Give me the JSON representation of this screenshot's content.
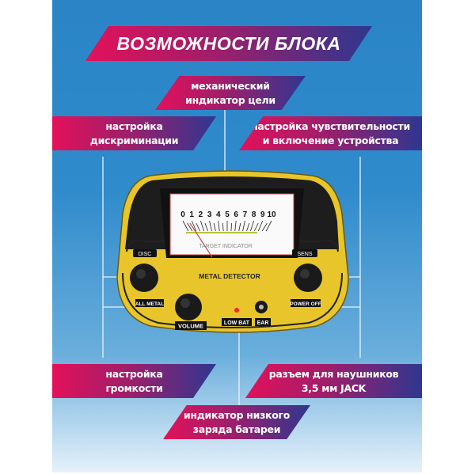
{
  "title": "ВОЗМОЖНОСТИ БЛОКА",
  "callouts": {
    "meter": [
      "механический",
      "индикатор цели"
    ],
    "disc": [
      "настройка",
      "дискриминации"
    ],
    "sens": [
      "настройка чувствительности",
      "и включение устройства"
    ],
    "volume": [
      "настройка",
      "громкости"
    ],
    "jack": [
      "разъем для наушников",
      "3,5 мм JACK"
    ],
    "battery": [
      "индикатор низкого",
      "заряда батареи"
    ]
  },
  "device": {
    "scale": [
      "0",
      "1",
      "2",
      "3",
      "4",
      "5",
      "6",
      "7",
      "8",
      "9",
      "10"
    ],
    "meter_label": "TARGET INDICATOR",
    "brand": "METAL DETECTOR",
    "disc": "DISC",
    "all_metal": "ALL METAL",
    "sens": "SENS",
    "power_off": "POWER OFF",
    "volume": "VOLUME",
    "low_bat": "LOW BAT",
    "ear": "EAR"
  },
  "colors": {
    "background": "#2a84c6",
    "banner_start": "#e3115a",
    "banner_end": "#2e3790",
    "device_body": "#e8c52a"
  }
}
